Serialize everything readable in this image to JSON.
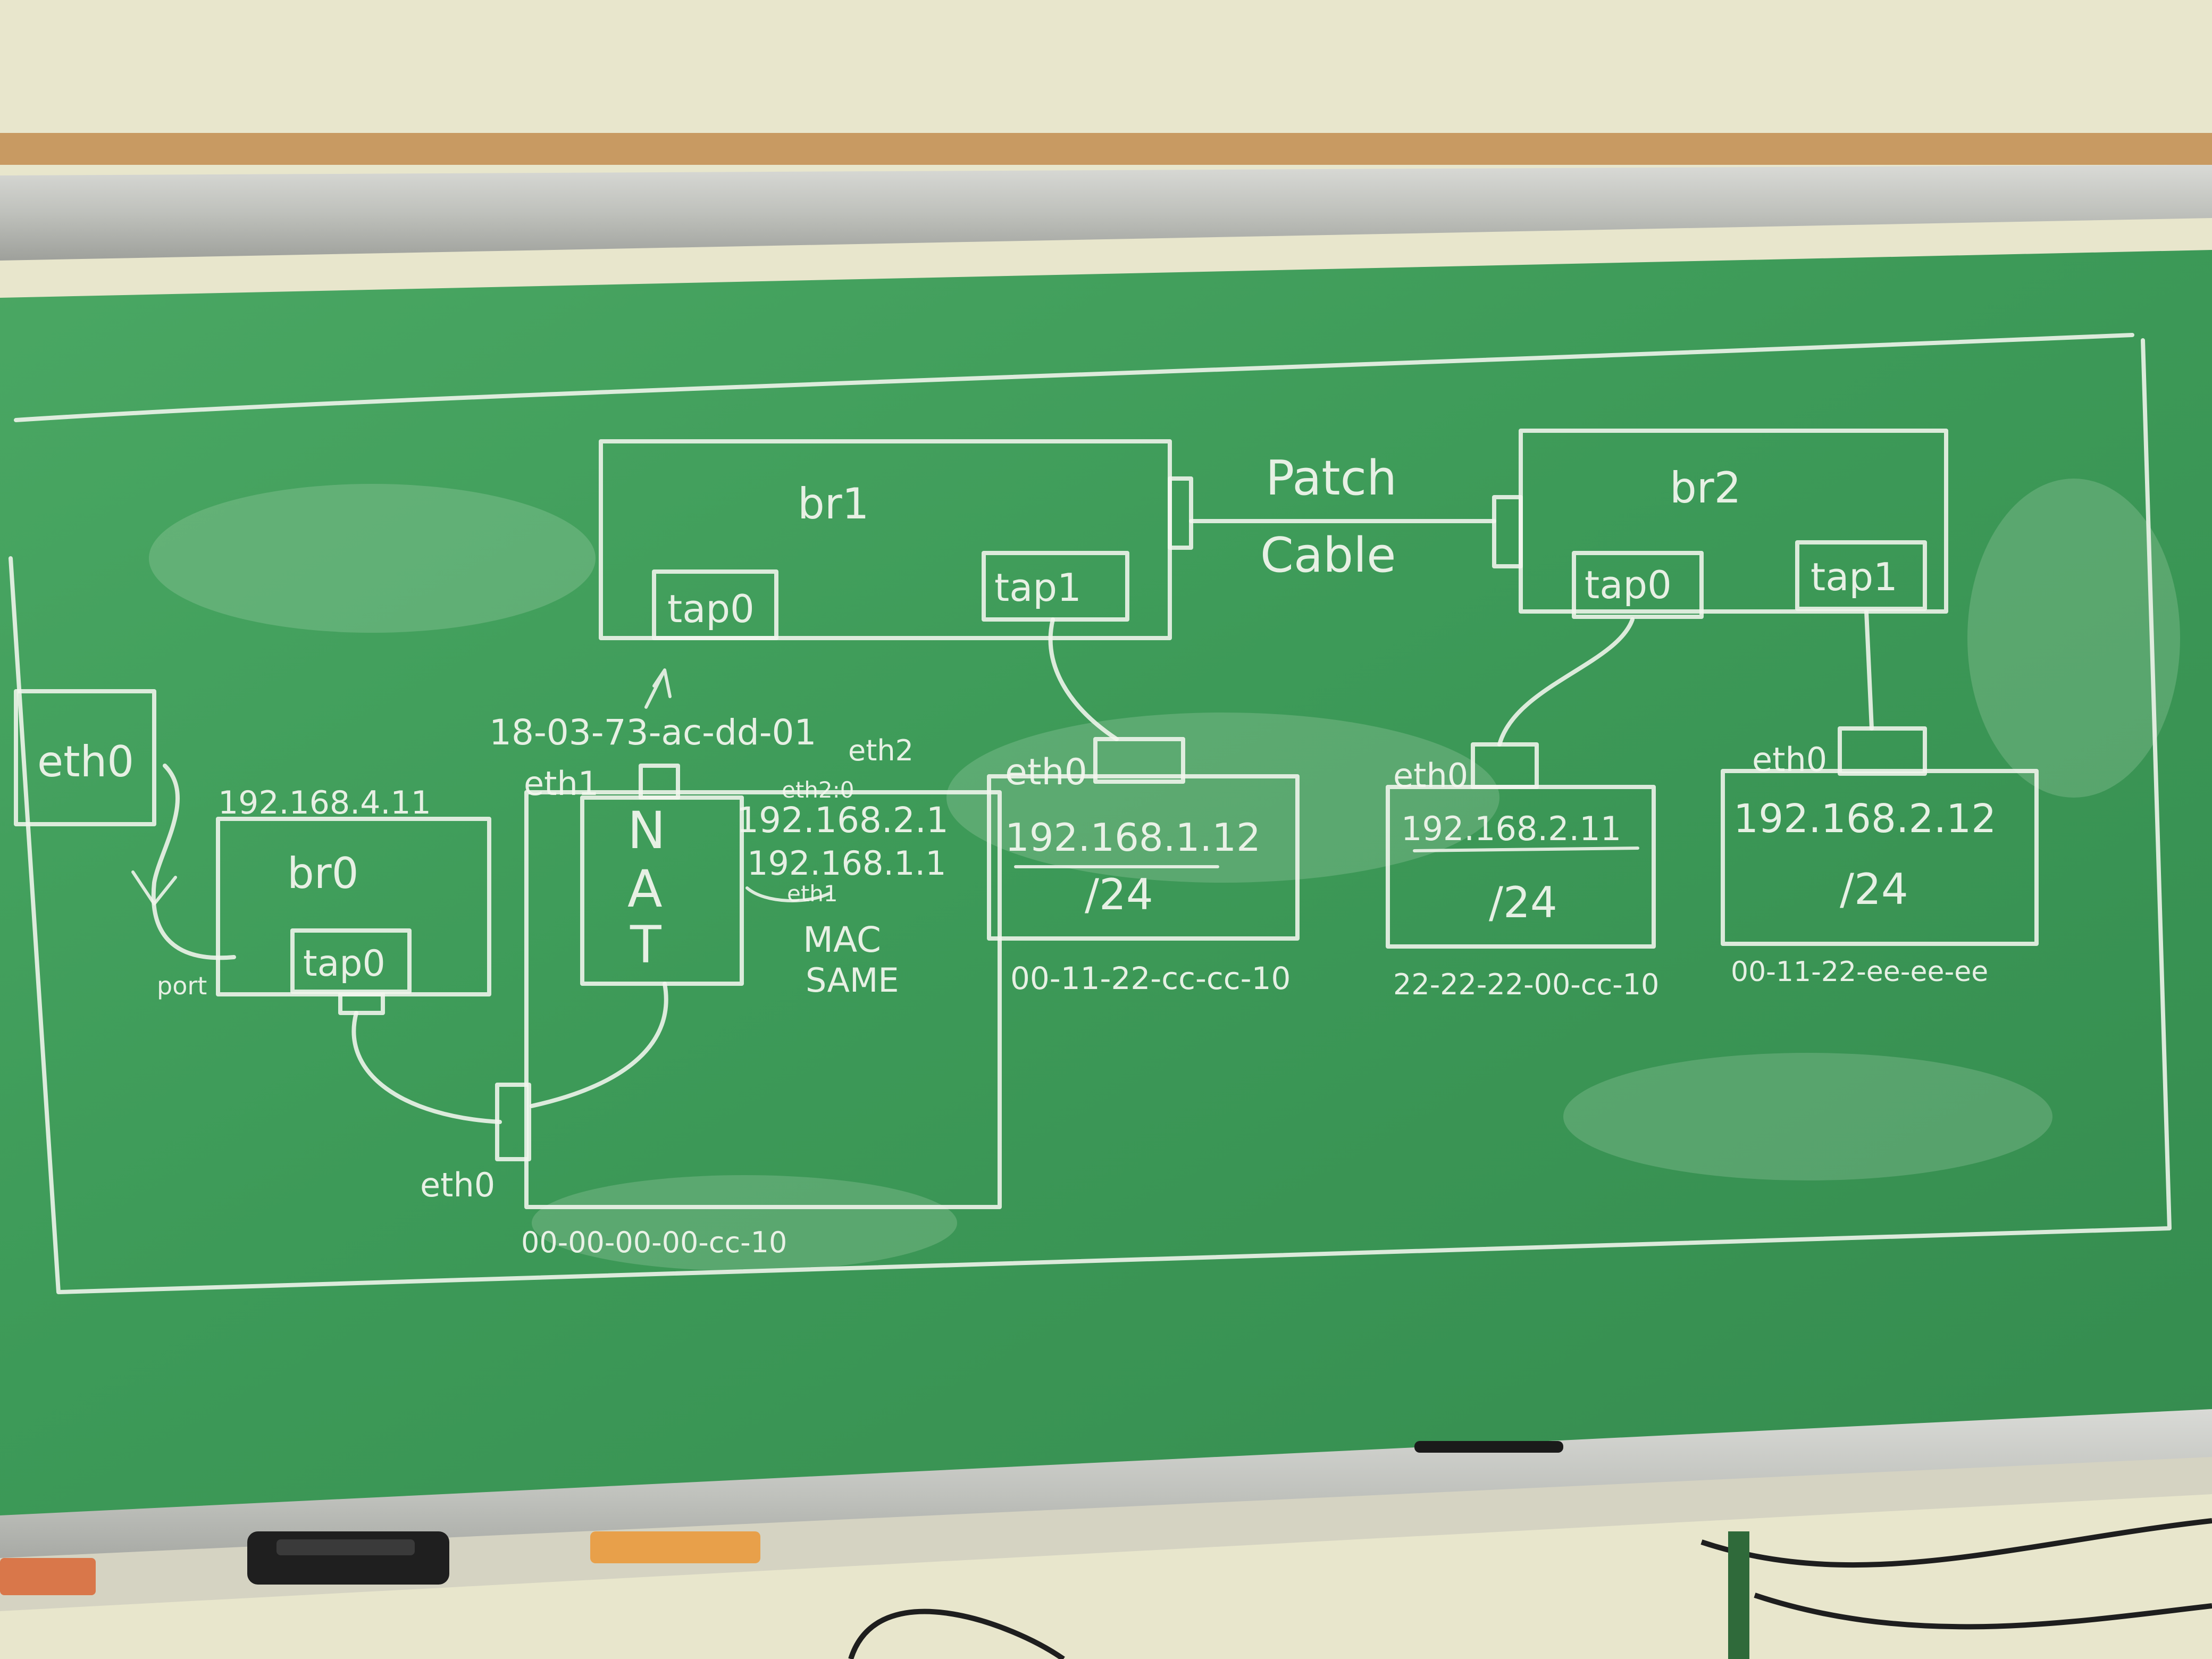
{
  "board": {
    "bridges": [
      {
        "id": "br1",
        "label": "br1",
        "ports": [
          "tap0",
          "tap1"
        ]
      },
      {
        "id": "br2",
        "label": "br2",
        "ports": [
          "tap0",
          "tap1"
        ]
      },
      {
        "id": "br0",
        "label": "br0",
        "ports": [
          "tap0"
        ]
      }
    ],
    "patch_cable": {
      "line1": "Patch",
      "line2": "Cable"
    },
    "host_eth0": {
      "label": "eth0",
      "ip": "192.168.4.11",
      "port_label": "port"
    },
    "nat": {
      "label_letters": [
        "N",
        "A",
        "T"
      ],
      "eth1_label": "eth1",
      "eth0_label": "eth0",
      "mac_top": "18-03-73-ac-dd-01",
      "mac_bottom": "00-00-00-00-cc-10",
      "eth2_label": "eth2",
      "alias_label": "eth2:0",
      "ip_1": "192.168.2.1",
      "ip_2": "192.168.1.1",
      "eth_note": "eth1",
      "note_1": "MAC",
      "note_2": "SAME"
    },
    "vms": [
      {
        "iface": "eth0",
        "ip": "192.168.1.12",
        "mask": "/24",
        "mac": "00-11-22-cc-cc-10"
      },
      {
        "iface": "eth0",
        "ip": "192.168.2.11",
        "mask": "/24",
        "mac": "22-22-22-00-cc-10"
      },
      {
        "iface": "eth0",
        "ip": "192.168.2.12",
        "mask": "/24",
        "mac": "00-11-22-ee-ee-ee"
      }
    ]
  },
  "colors": {
    "wall": "#e8e6cc",
    "chalkboard": "#3d9a58",
    "frame": "#c8c9c4",
    "chalk": "#f4f7ef",
    "eraser": "#1e1e1e",
    "chalk_stick": "#e8a04a"
  }
}
